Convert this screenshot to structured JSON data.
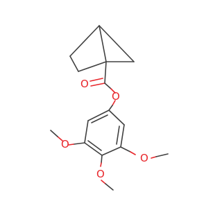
{
  "molecule": {
    "atoms": {
      "O_carbonyl": "O",
      "O_ester": "O",
      "O_meo_left": "O",
      "O_meo_mid": "O",
      "O_meo_right": "O"
    },
    "colors": {
      "bond": "#404040",
      "oxygen": "#e8262b",
      "background": "#ffffff"
    }
  }
}
